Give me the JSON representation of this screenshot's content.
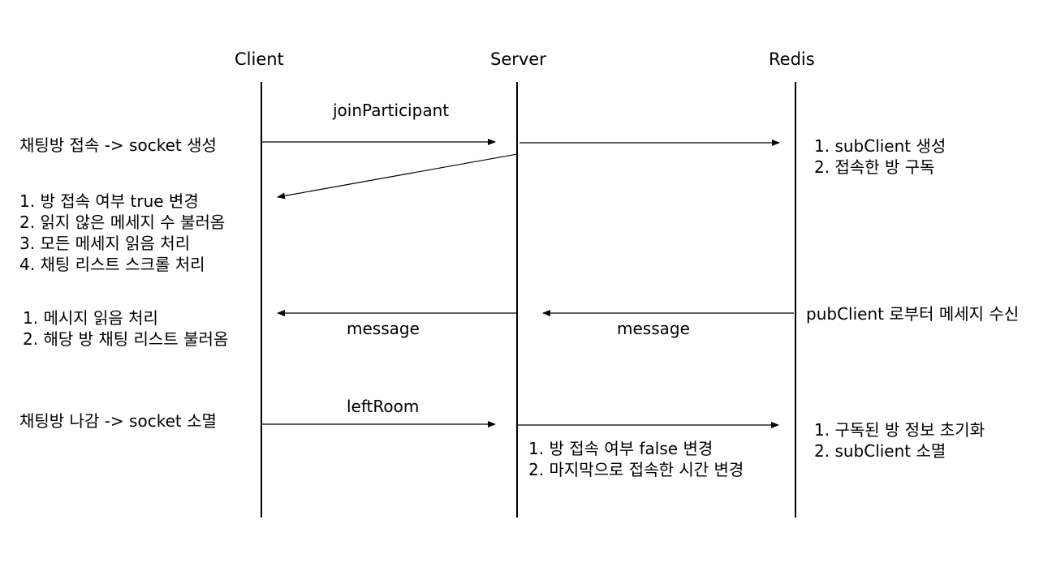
{
  "participants": {
    "client": "Client",
    "server": "Server",
    "redis": "Redis"
  },
  "messages": {
    "join": "joinParticipant",
    "message_left": "message",
    "message_right": "message",
    "left_room": "leftRoom"
  },
  "client_notes": {
    "enter": "채팅방 접속 -> socket 생성",
    "after_join": [
      "1. 방 접속 여부 true 변경",
      "2. 읽지 않은 메세지 수 불러옴",
      "3. 모든 메세지 읽음 처리",
      "4. 채팅 리스트 스크롤 처리"
    ],
    "on_message": [
      "1. 메시지 읽음 처리",
      "2. 해당 방 채팅 리스트 불러옴"
    ],
    "exit": "채팅방 나감 -> socket 소멸"
  },
  "redis_notes": {
    "on_join": [
      "1. subClient 생성",
      "2. 접속한 방 구독"
    ],
    "publish": "pubClient 로부터 메세지 수신",
    "on_leave": [
      "1. 구독된 방 정보 초기화",
      "2. subClient 소멸"
    ]
  },
  "server_notes": {
    "on_leave": [
      "1. 방 접속 여부 false 변경",
      "2. 마지막으로 접속한 시간 변경"
    ]
  }
}
